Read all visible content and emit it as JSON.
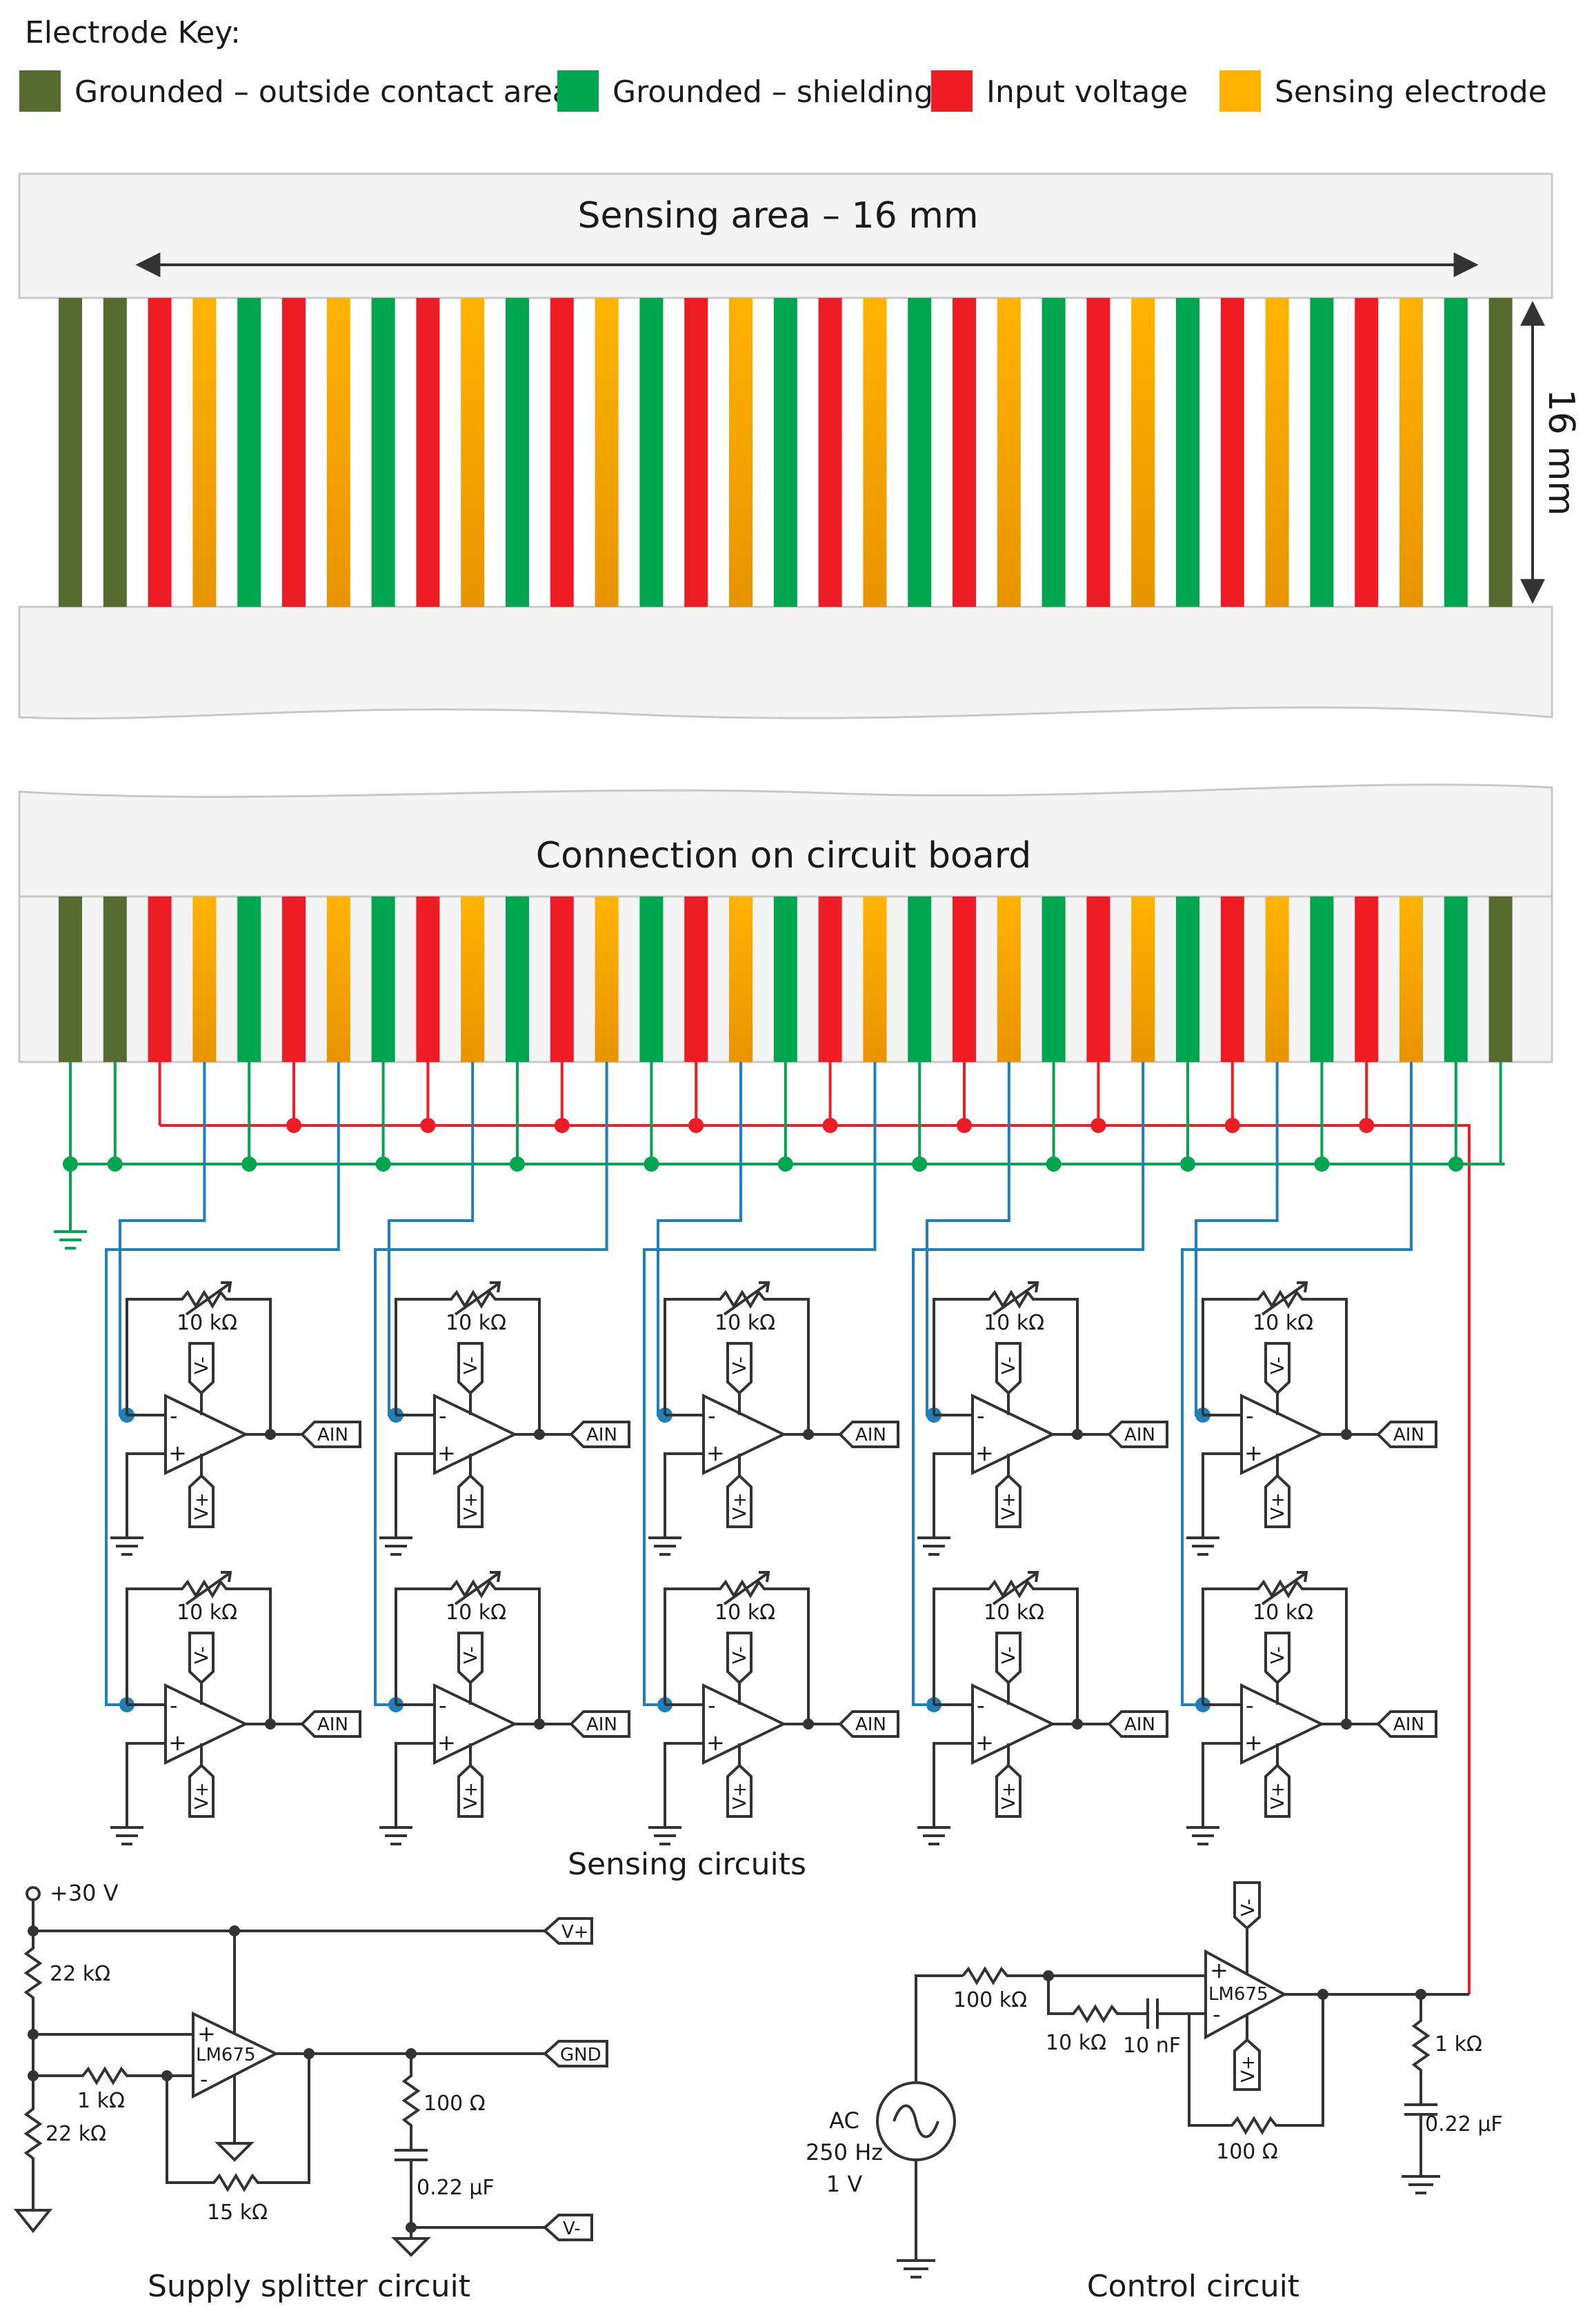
{
  "key": {
    "title": "Electrode Key:",
    "items": [
      {
        "label": "Grounded – outside contact area",
        "color": "#556b2f"
      },
      {
        "label": "Grounded – shielding",
        "color": "#00a550"
      },
      {
        "label": "Input voltage",
        "color": "#ee1c25"
      },
      {
        "label": "Sensing electrode",
        "color": "#ffb300"
      }
    ]
  },
  "sensing_area": {
    "label": "Sensing area – 16 mm",
    "height_label": "16 mm"
  },
  "connection": {
    "label": "Connection on circuit board"
  },
  "electrodes": [
    "olive",
    "olive",
    "red",
    "yellow",
    "green",
    "red",
    "yellow",
    "green",
    "red",
    "yellow",
    "green",
    "red",
    "yellow",
    "green",
    "red",
    "yellow",
    "green",
    "red",
    "yellow",
    "green",
    "red",
    "yellow",
    "green",
    "red",
    "yellow",
    "green",
    "red",
    "yellow",
    "green",
    "red",
    "yellow",
    "green",
    "olive"
  ],
  "colors": {
    "olive": "#556b2f",
    "green": "#00a550",
    "red": "#ee1c25",
    "yellow": "#ffb300",
    "yellow_dark": "#e08a00",
    "blue_wire": "#1f7fb8",
    "green_wire": "#00a550",
    "red_wire": "#ee1c25",
    "black_wire": "#333333"
  },
  "sensing_circuit": {
    "resistor": "10 kΩ",
    "vminus": "V-",
    "vplus": "V+",
    "output": "AIN",
    "title": "Sensing circuits"
  },
  "supply_splitter": {
    "title": "Supply splitter circuit",
    "v30": "+30 V",
    "r1": "22 kΩ",
    "r2": "22 kΩ",
    "r3": "1 kΩ",
    "r4": "15 kΩ",
    "r5": "100 Ω",
    "c1": "0.22 µF",
    "opamp": "LM675",
    "vplus_tag": "V+",
    "gnd_tag": "GND",
    "vminus_tag": "V-"
  },
  "control": {
    "title": "Control circuit",
    "r_in": "100 kΩ",
    "r_series": "10 kΩ",
    "c_series": "10 nF",
    "r_fb": "100 Ω",
    "r_out": "1 kΩ",
    "c_out": "0.22 µF",
    "opamp": "LM675",
    "vminus": "V-",
    "vplus": "V+",
    "source_line1": "AC",
    "source_line2": "250 Hz",
    "source_line3": "1 V"
  }
}
